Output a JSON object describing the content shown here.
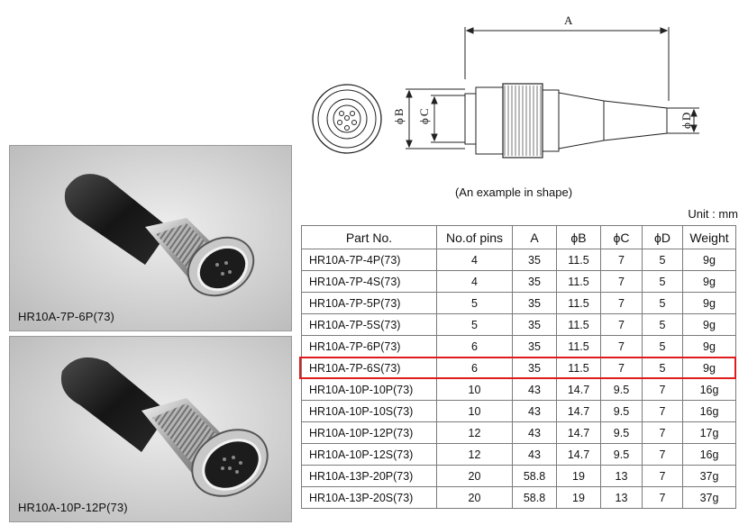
{
  "photos": [
    {
      "caption": "HR10A-7P-6P(73)"
    },
    {
      "caption": "HR10A-10P-12P(73)"
    }
  ],
  "drawing": {
    "dim_a": "A",
    "dim_b": "B",
    "dim_c": "C",
    "dim_d": "D",
    "phi": "ϕ",
    "caption": "(An example in shape)"
  },
  "unit": "Unit : mm",
  "table": {
    "headers": [
      "Part No.",
      "No.of pins",
      "A",
      "ϕB",
      "ϕC",
      "ϕD",
      "Weight"
    ],
    "rows": [
      [
        "HR10A-7P-4P(73)",
        "4",
        "35",
        "11.5",
        "7",
        "5",
        "9g"
      ],
      [
        "HR10A-7P-4S(73)",
        "4",
        "35",
        "11.5",
        "7",
        "5",
        "9g"
      ],
      [
        "HR10A-7P-5P(73)",
        "5",
        "35",
        "11.5",
        "7",
        "5",
        "9g"
      ],
      [
        "HR10A-7P-5S(73)",
        "5",
        "35",
        "11.5",
        "7",
        "5",
        "9g"
      ],
      [
        "HR10A-7P-6P(73)",
        "6",
        "35",
        "11.5",
        "7",
        "5",
        "9g"
      ],
      [
        "HR10A-7P-6S(73)",
        "6",
        "35",
        "11.5",
        "7",
        "5",
        "9g"
      ],
      [
        "HR10A-10P-10P(73)",
        "10",
        "43",
        "14.7",
        "9.5",
        "7",
        "16g"
      ],
      [
        "HR10A-10P-10S(73)",
        "10",
        "43",
        "14.7",
        "9.5",
        "7",
        "16g"
      ],
      [
        "HR10A-10P-12P(73)",
        "12",
        "43",
        "14.7",
        "9.5",
        "7",
        "17g"
      ],
      [
        "HR10A-10P-12S(73)",
        "12",
        "43",
        "14.7",
        "9.5",
        "7",
        "16g"
      ],
      [
        "HR10A-13P-20P(73)",
        "20",
        "58.8",
        "19",
        "13",
        "7",
        "37g"
      ],
      [
        "HR10A-13P-20S(73)",
        "20",
        "58.8",
        "19",
        "13",
        "7",
        "37g"
      ]
    ],
    "highlighted_part": "HR10A-7P-6S(73)",
    "highlight_color": "#e01b1b"
  }
}
